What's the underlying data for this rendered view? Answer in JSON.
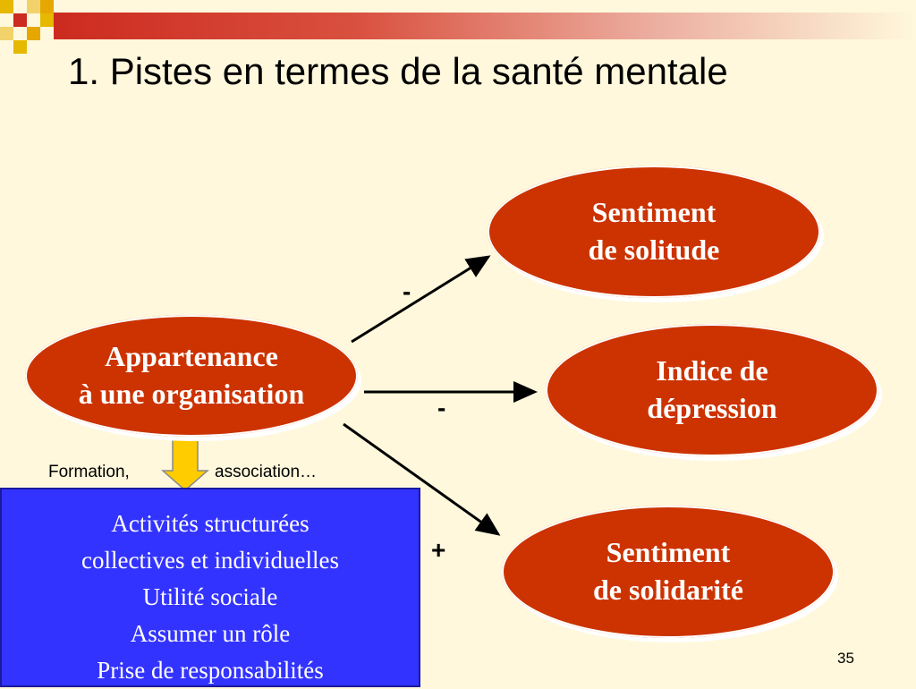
{
  "colors": {
    "background": "#FFF8DC",
    "ellipse_fill": "#CC3300",
    "box_fill": "#3333FF",
    "arrow_fill": "#FFCC00",
    "accent": "#CC2B1F"
  },
  "title": "1. Pistes en termes de la santé mentale",
  "nodes": {
    "source": {
      "line1": "Appartenance",
      "line2": "à une organisation"
    },
    "solitude": {
      "line1": "Sentiment",
      "line2": "de solitude"
    },
    "depression": {
      "line1": "Indice de",
      "line2": "dépression"
    },
    "solidarity": {
      "line1": "Sentiment",
      "line2": "de solidarité"
    }
  },
  "edges": {
    "to_solitude_sign": "-",
    "to_depression_sign": "-",
    "to_solidarity_sign": "+"
  },
  "caption": {
    "left": "Formation,",
    "right": "association…"
  },
  "activities_box": {
    "lines": [
      "Activités structurées",
      "collectives et individuelles",
      "Utilité sociale",
      "Assumer un rôle",
      "Prise de responsabilités"
    ]
  },
  "page_number": "35"
}
